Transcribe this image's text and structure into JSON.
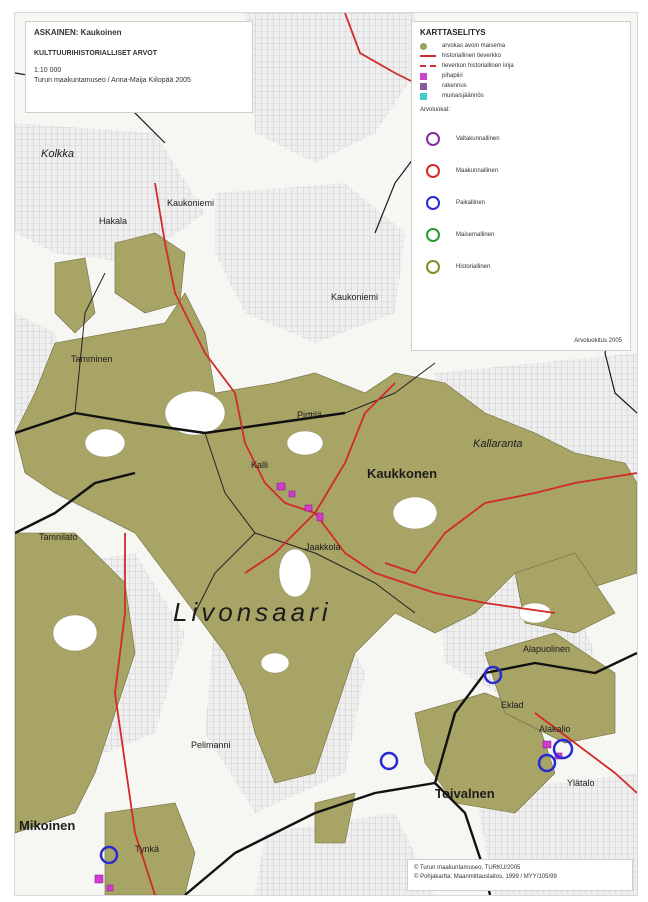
{
  "title_box": {
    "title": "ASKAINEN: Kaukoinen",
    "subtitle": "KULTTUURIHISTORIALLISET ARVOT",
    "scale": "1:10 000",
    "author": "Turun maakuntamuseo / Anna-Maija Kiilopää 2005"
  },
  "legend": {
    "title": "KARTTASELITYS",
    "items": [
      {
        "label": "arvokas avoin maisema",
        "color": "#9aa05a",
        "kind": "dot"
      },
      {
        "label": "historiallinen tieverkko",
        "color": "#d22a2a",
        "kind": "line"
      },
      {
        "label": "tieverkon historiallinen linja",
        "color": "#d22a2a",
        "kind": "dash"
      },
      {
        "label": "pihapiiri",
        "color": "#cc44cc",
        "kind": "sq"
      },
      {
        "label": "rakennus",
        "color": "#8a5a9a",
        "kind": "sq"
      },
      {
        "label": "muinaisjäännös",
        "color": "#44cccc",
        "kind": "sq"
      }
    ],
    "section_label": "Arvoluokat:",
    "rings": [
      {
        "label": "Valtakunnallinen",
        "color": "#8a2aa0"
      },
      {
        "label": "Maakunnallinen",
        "color": "#d42a2a"
      },
      {
        "label": "Paikallinen",
        "color": "#2a2ad4"
      },
      {
        "label": "Maisemallinen",
        "color": "#2a9a2a"
      },
      {
        "label": "Historiallinen",
        "color": "#8a8a2a"
      }
    ],
    "footer": "Arvoluokitus 2005"
  },
  "credits": {
    "line1": "© Turun maakuntamuseo, TURKU/2005",
    "line2": "© Pohjakartta: Maanmittauslaitos, 1999 / MYY/105/99"
  },
  "places": [
    {
      "name": "Kolkka",
      "style": "medium"
    },
    {
      "name": "Hakala",
      "style": "small"
    },
    {
      "name": "Kaukoniemi",
      "style": "small"
    },
    {
      "name": "Kaukoniemi",
      "style": "small"
    },
    {
      "name": "Tamminen",
      "style": "small"
    },
    {
      "name": "Pirttilä",
      "style": "small"
    },
    {
      "name": "Kallaranta",
      "style": "medium"
    },
    {
      "name": "Kaukkonen",
      "style": "bold"
    },
    {
      "name": "Tamnilato",
      "style": "small"
    },
    {
      "name": "Livonsaari",
      "style": "huge"
    },
    {
      "name": "Alapuolinen",
      "style": "small"
    },
    {
      "name": "Pelimanni",
      "style": "small"
    },
    {
      "name": "Ylätalo",
      "style": "small"
    },
    {
      "name": "Toivalnen",
      "style": "bold"
    },
    {
      "name": "Mikoinen",
      "style": "bold"
    },
    {
      "name": "Tynkä",
      "style": "small"
    },
    {
      "name": "Kalli",
      "style": "small"
    },
    {
      "name": "Jaakkola",
      "style": "small"
    },
    {
      "name": "Eklad",
      "style": "small"
    },
    {
      "name": "Alakalio",
      "style": "small"
    }
  ]
}
